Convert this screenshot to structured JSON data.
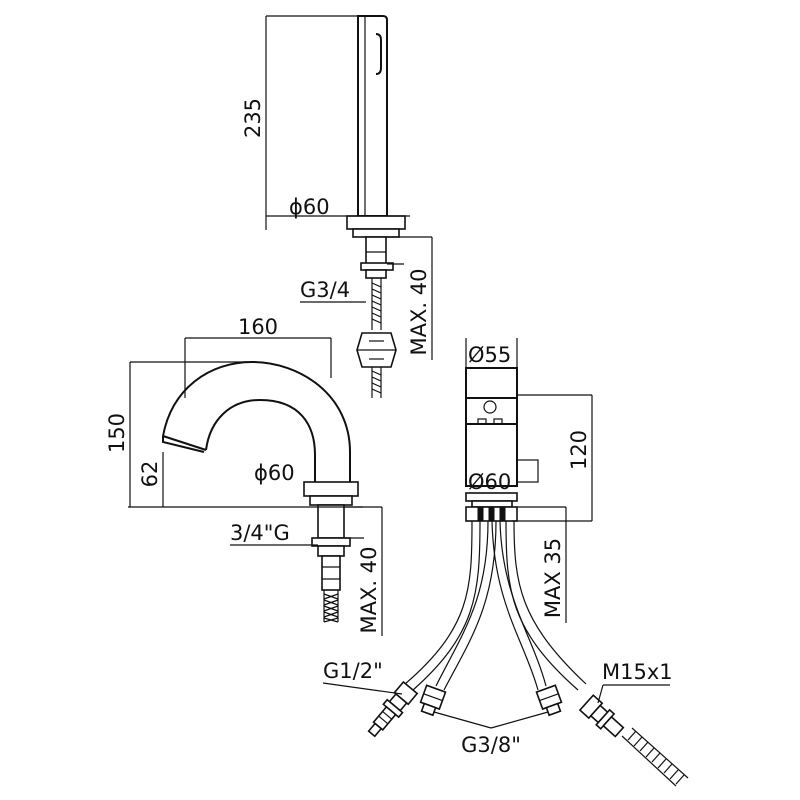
{
  "top_view": {
    "height_label": "235",
    "diameter_label": "ϕ60",
    "thread_label": "G3/4",
    "max_label": "MAX. 40"
  },
  "spout_view": {
    "width_label": "160",
    "height_label": "150",
    "outlet_label": "62",
    "diameter_label": "ϕ60",
    "thread_label": "3/4\"G",
    "max_label": "MAX. 40"
  },
  "mixer_view": {
    "top_diameter_label": "Ø55",
    "height_label": "120",
    "base_diameter_label": "Ø60",
    "max_label": "MAX 35",
    "left_fitting_label": "G1/2\"",
    "right_fitting_label": "M15x1",
    "hose_label": "G3/8\""
  }
}
